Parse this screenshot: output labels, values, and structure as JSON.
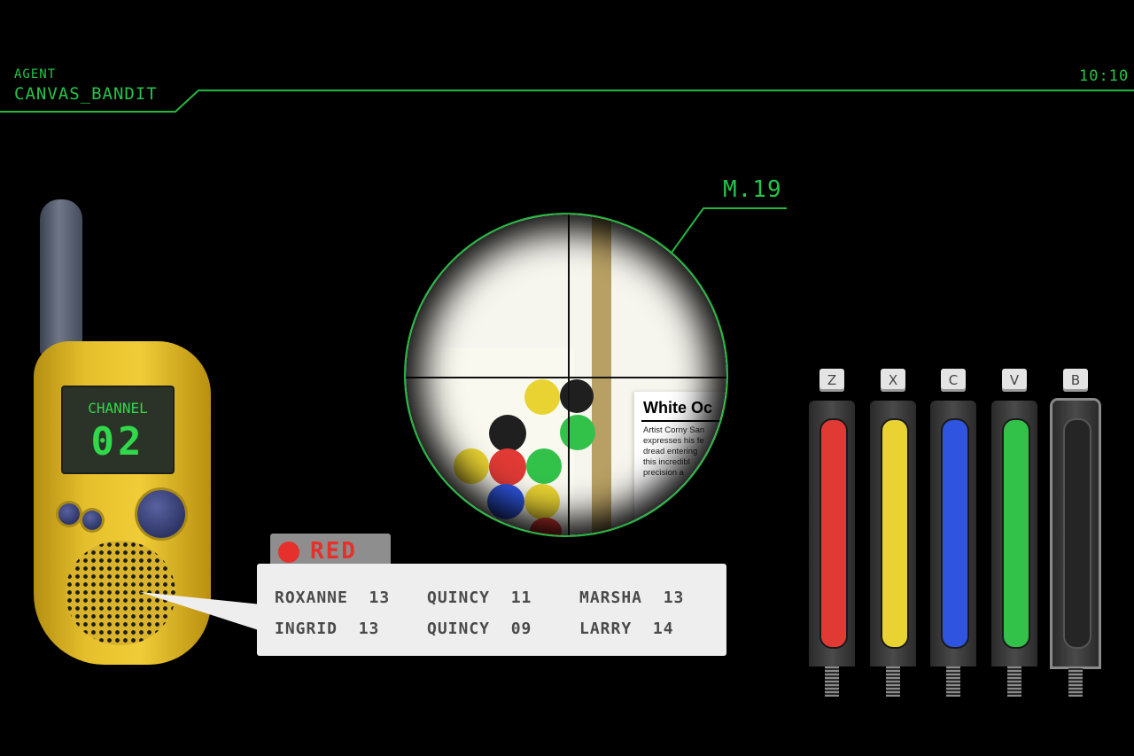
{
  "hud": {
    "agent_label": "AGENT",
    "agent_name": "CANVAS_BANDIT",
    "timer": "10:10",
    "scope_label": "M.19",
    "line_color": "#22b83f"
  },
  "radio": {
    "screen_label": "CHANNEL",
    "channel": "02"
  },
  "team": {
    "color_name": "RED",
    "color": "#e5302b"
  },
  "roster": [
    {
      "name": "ROXANNE",
      "score": "13"
    },
    {
      "name": "QUINCY",
      "score": "11"
    },
    {
      "name": "MARSHA",
      "score": "13"
    },
    {
      "name": "INGRID",
      "score": "13"
    },
    {
      "name": "QUINCY",
      "score": "09"
    },
    {
      "name": "LARRY",
      "score": "14"
    }
  ],
  "scope_card": {
    "title": "White Oc",
    "body": "Artist Corny San\nexpresses his fe\ndread entering\nthis incredibl\nprecision a"
  },
  "paints": [
    {
      "key": "Z",
      "color": "#e13a35",
      "name": "red"
    },
    {
      "key": "X",
      "color": "#e9d332",
      "name": "yellow"
    },
    {
      "key": "C",
      "color": "#2f55e0",
      "name": "blue"
    },
    {
      "key": "V",
      "color": "#32c24a",
      "name": "green"
    },
    {
      "key": "B",
      "color": "#252525",
      "name": "black",
      "selected": true
    }
  ]
}
